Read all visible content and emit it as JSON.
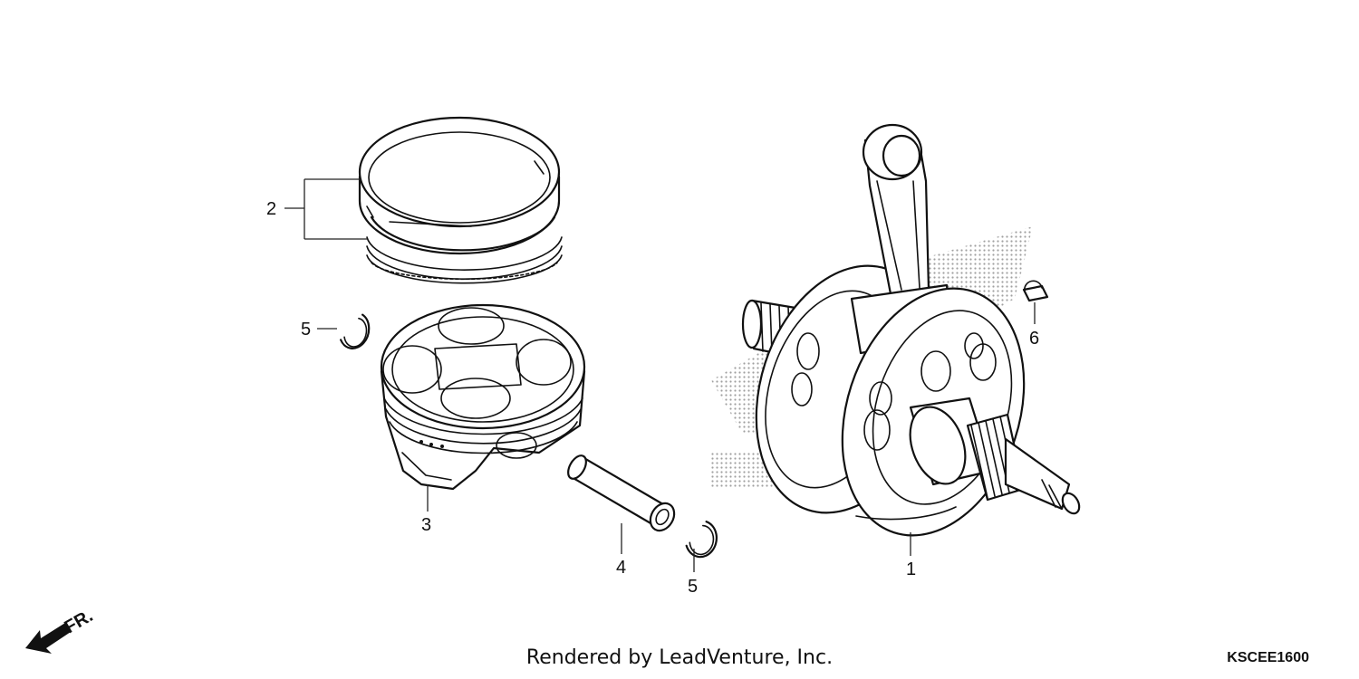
{
  "callouts": {
    "c1": "1",
    "c2": "2",
    "c3": "3",
    "c4": "4",
    "c5a": "5",
    "c5b": "5",
    "c6": "6"
  },
  "direction": {
    "label": "FR.",
    "icon": "front-arrow-icon"
  },
  "footer": {
    "credit": "Rendered by LeadVenture, Inc.",
    "diagram_code": "KSCEE1600"
  },
  "parts": [
    {
      "ref": "1",
      "name": "crankshaft"
    },
    {
      "ref": "2",
      "name": "piston-ring-set"
    },
    {
      "ref": "3",
      "name": "piston"
    },
    {
      "ref": "4",
      "name": "piston-pin"
    },
    {
      "ref": "5",
      "name": "piston-pin-clip"
    },
    {
      "ref": "6",
      "name": "woodruff-key"
    }
  ]
}
